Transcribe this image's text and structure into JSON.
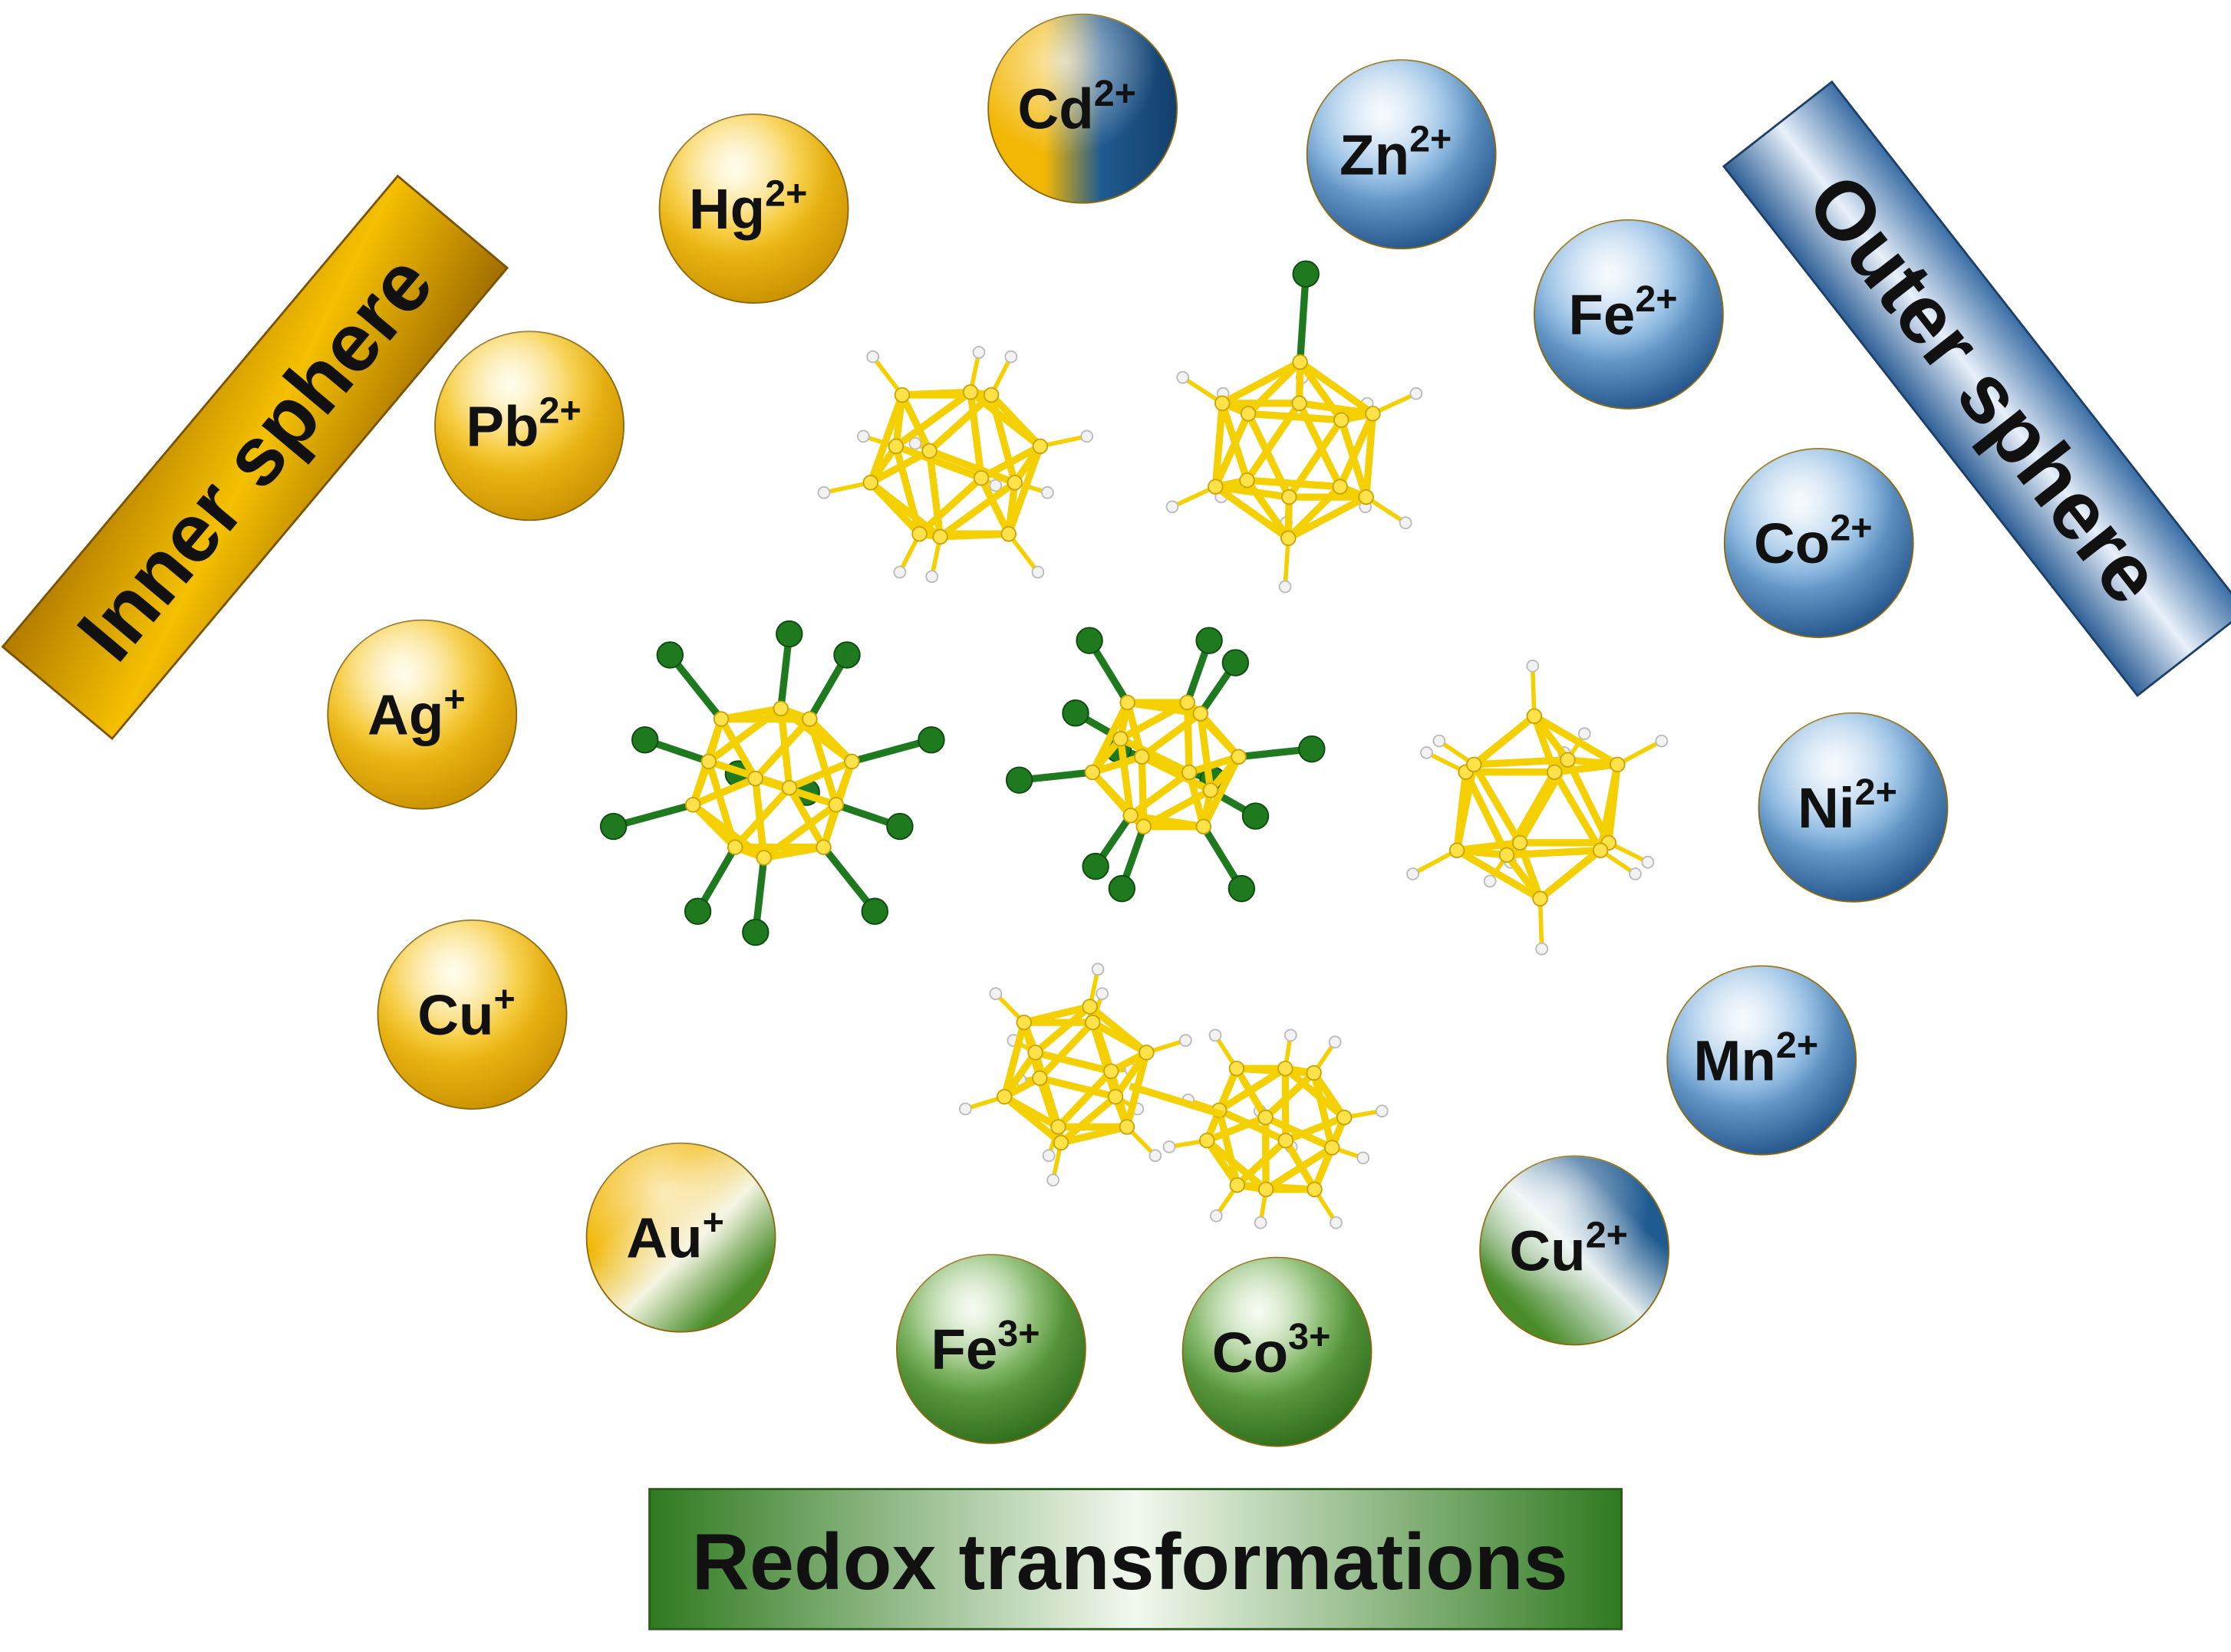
{
  "labels": {
    "inner": "Inner sphere",
    "outer": "Outer sphere",
    "redox": "Redox transformations"
  },
  "colors": {
    "yellow": "#f2b705",
    "blue": "#2e6da4",
    "green": "#3f8a2a",
    "boron": "#f5d000",
    "chlorine": "#1f7a1f",
    "hydrogen": "#f2f2f2"
  },
  "ions": [
    {
      "id": "cd",
      "base": "Cd",
      "charge": "2+",
      "fill": [
        "yellow",
        "blue"
      ]
    },
    {
      "id": "hg",
      "base": "Hg",
      "charge": "2+",
      "fill": [
        "yellow"
      ]
    },
    {
      "id": "zn",
      "base": "Zn",
      "charge": "2+",
      "fill": [
        "blue"
      ]
    },
    {
      "id": "fe2",
      "base": "Fe",
      "charge": "2+",
      "fill": [
        "blue"
      ]
    },
    {
      "id": "pb",
      "base": "Pb",
      "charge": "2+",
      "fill": [
        "yellow"
      ]
    },
    {
      "id": "co2",
      "base": "Co",
      "charge": "2+",
      "fill": [
        "blue"
      ]
    },
    {
      "id": "ag",
      "base": "Ag",
      "charge": "+",
      "fill": [
        "yellow"
      ]
    },
    {
      "id": "ni",
      "base": "Ni",
      "charge": "2+",
      "fill": [
        "blue"
      ]
    },
    {
      "id": "cu1",
      "base": "Cu",
      "charge": "+",
      "fill": [
        "yellow"
      ]
    },
    {
      "id": "mn",
      "base": "Mn",
      "charge": "2+",
      "fill": [
        "blue"
      ]
    },
    {
      "id": "au",
      "base": "Au",
      "charge": "+",
      "fill": [
        "yellow",
        "green"
      ]
    },
    {
      "id": "cu2",
      "base": "Cu",
      "charge": "2+",
      "fill": [
        "blue",
        "green"
      ]
    },
    {
      "id": "fe3",
      "base": "Fe",
      "charge": "3+",
      "fill": [
        "green"
      ]
    },
    {
      "id": "co3",
      "base": "Co",
      "charge": "3+",
      "fill": [
        "green"
      ]
    }
  ]
}
